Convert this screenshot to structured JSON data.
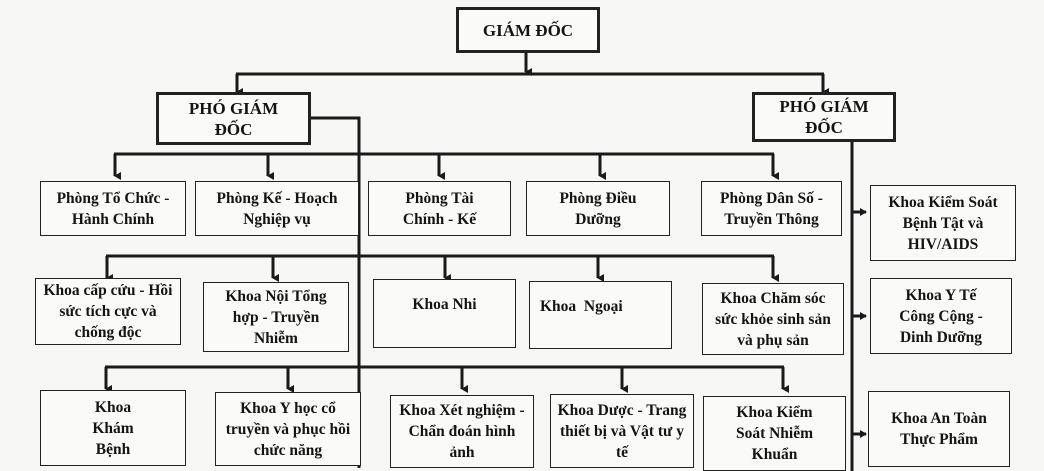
{
  "title": "Sơ đồ tổ chức",
  "director": {
    "label": "GIÁM ĐỐC"
  },
  "deputies": [
    {
      "label": "PHÓ GIÁM ĐỐC"
    },
    {
      "label": "PHÓ GIÁM ĐỐC"
    }
  ],
  "offices": [
    {
      "label": "Phòng Tổ Chức - Hành Chính"
    },
    {
      "label": "Phòng Kế - Hoạch Nghiệp vụ"
    },
    {
      "label": "Phòng Tài Chính - Kế"
    },
    {
      "label": "Phòng Điều Dưỡng"
    },
    {
      "label": "Phòng Dân Số - Truyền Thông"
    }
  ],
  "clinical_departments_row1": [
    {
      "label": "Khoa cấp cứu - Hồi sức tích cực và chống độc"
    },
    {
      "label": "Khoa Nội Tổng hợp - Truyền Nhiễm"
    },
    {
      "label": "Khoa Nhi"
    },
    {
      "label": "Khoa  Ngoại"
    },
    {
      "label": "Khoa Chăm sóc sức khỏe sinh sản và phụ sản"
    }
  ],
  "clinical_departments_row2": [
    {
      "label": "Khoa Khám Bệnh"
    },
    {
      "label": "Khoa Y học cổ truyền và phục hồi chức năng"
    },
    {
      "label": "Khoa Xét nghiệm - Chẩn đoán hình ảnh"
    },
    {
      "label": "Khoa Dược - Trang thiết bị và Vật tư y tế"
    },
    {
      "label": "Khoa Kiểm Soát Nhiễm Khuẩn"
    }
  ],
  "public_health_departments": [
    {
      "label": "Khoa Kiểm Soát Bệnh Tật và HIV/AIDS"
    },
    {
      "label": "Khoa Y Tế Công Cộng - Dinh Dưỡng"
    },
    {
      "label": "Khoa An Toàn Thực Phẩm"
    }
  ],
  "colors": {
    "line": "#1a1a1a",
    "background": "#f7f7f5",
    "text": "#141414"
  }
}
